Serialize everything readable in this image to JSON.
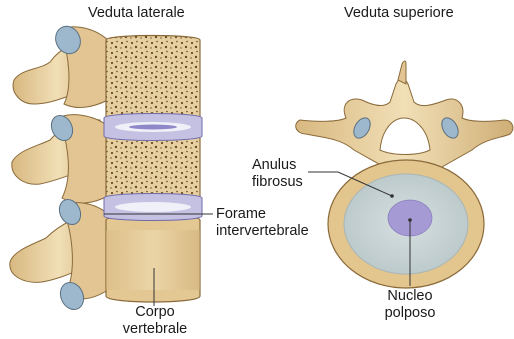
{
  "views": {
    "lateral": {
      "title": "Veduta laterale"
    },
    "superior": {
      "title": "Veduta superiore"
    }
  },
  "labels": {
    "intervertebral_foramen": {
      "line1": "Forame",
      "line2": "intervertebrale"
    },
    "vertebral_body": {
      "line1": "Corpo",
      "line2": "vertebrale"
    },
    "annulus_fibrosus": {
      "line1": "Anulus",
      "line2": "fibrosus"
    },
    "nucleus_pulposus": {
      "line1": "Nucleo",
      "line2": "polposo"
    }
  },
  "colors": {
    "bone": "#e8d2a2",
    "bone_shadow": "#c9a46a",
    "bone_outline": "#8a6a3a",
    "disc_annulus": "#b9b6dc",
    "disc_nucleus": "#9f97d0",
    "annulus_top": "#c8d3d3",
    "nucleus_top": "#a59ad3",
    "facet_blue": "#8fb0c8",
    "leader": "#333333"
  }
}
